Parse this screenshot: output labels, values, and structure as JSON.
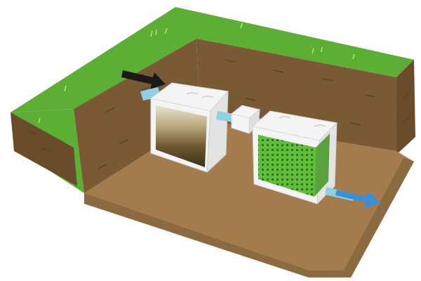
{
  "diagram": {
    "labels": [],
    "colors": {
      "grass": "#5cae34",
      "grass_dark": "#4e9a2b",
      "soil_wall": "#7a5a34",
      "soil_wall_dark": "#6a4c2b",
      "pit_floor": "#a37b4d",
      "tank_white": "#f4f4f4",
      "media_green": "#5fbf3a",
      "pipe_blue": "#8fd0e6",
      "outflow_arrow": "#3a8fd6",
      "inflow_arrow": "#1a1a1a"
    },
    "components": [
      {
        "id": "septic-tank",
        "kind": "tank"
      },
      {
        "id": "junction-box",
        "kind": "box"
      },
      {
        "id": "filter-tank",
        "kind": "tank"
      },
      {
        "id": "inlet-pipe",
        "kind": "pipe"
      },
      {
        "id": "connecting-pipe",
        "kind": "pipe"
      },
      {
        "id": "outlet-pipe",
        "kind": "pipe"
      }
    ],
    "flow": [
      {
        "id": "inflow",
        "direction": "in"
      },
      {
        "id": "outflow",
        "direction": "out"
      }
    ]
  }
}
